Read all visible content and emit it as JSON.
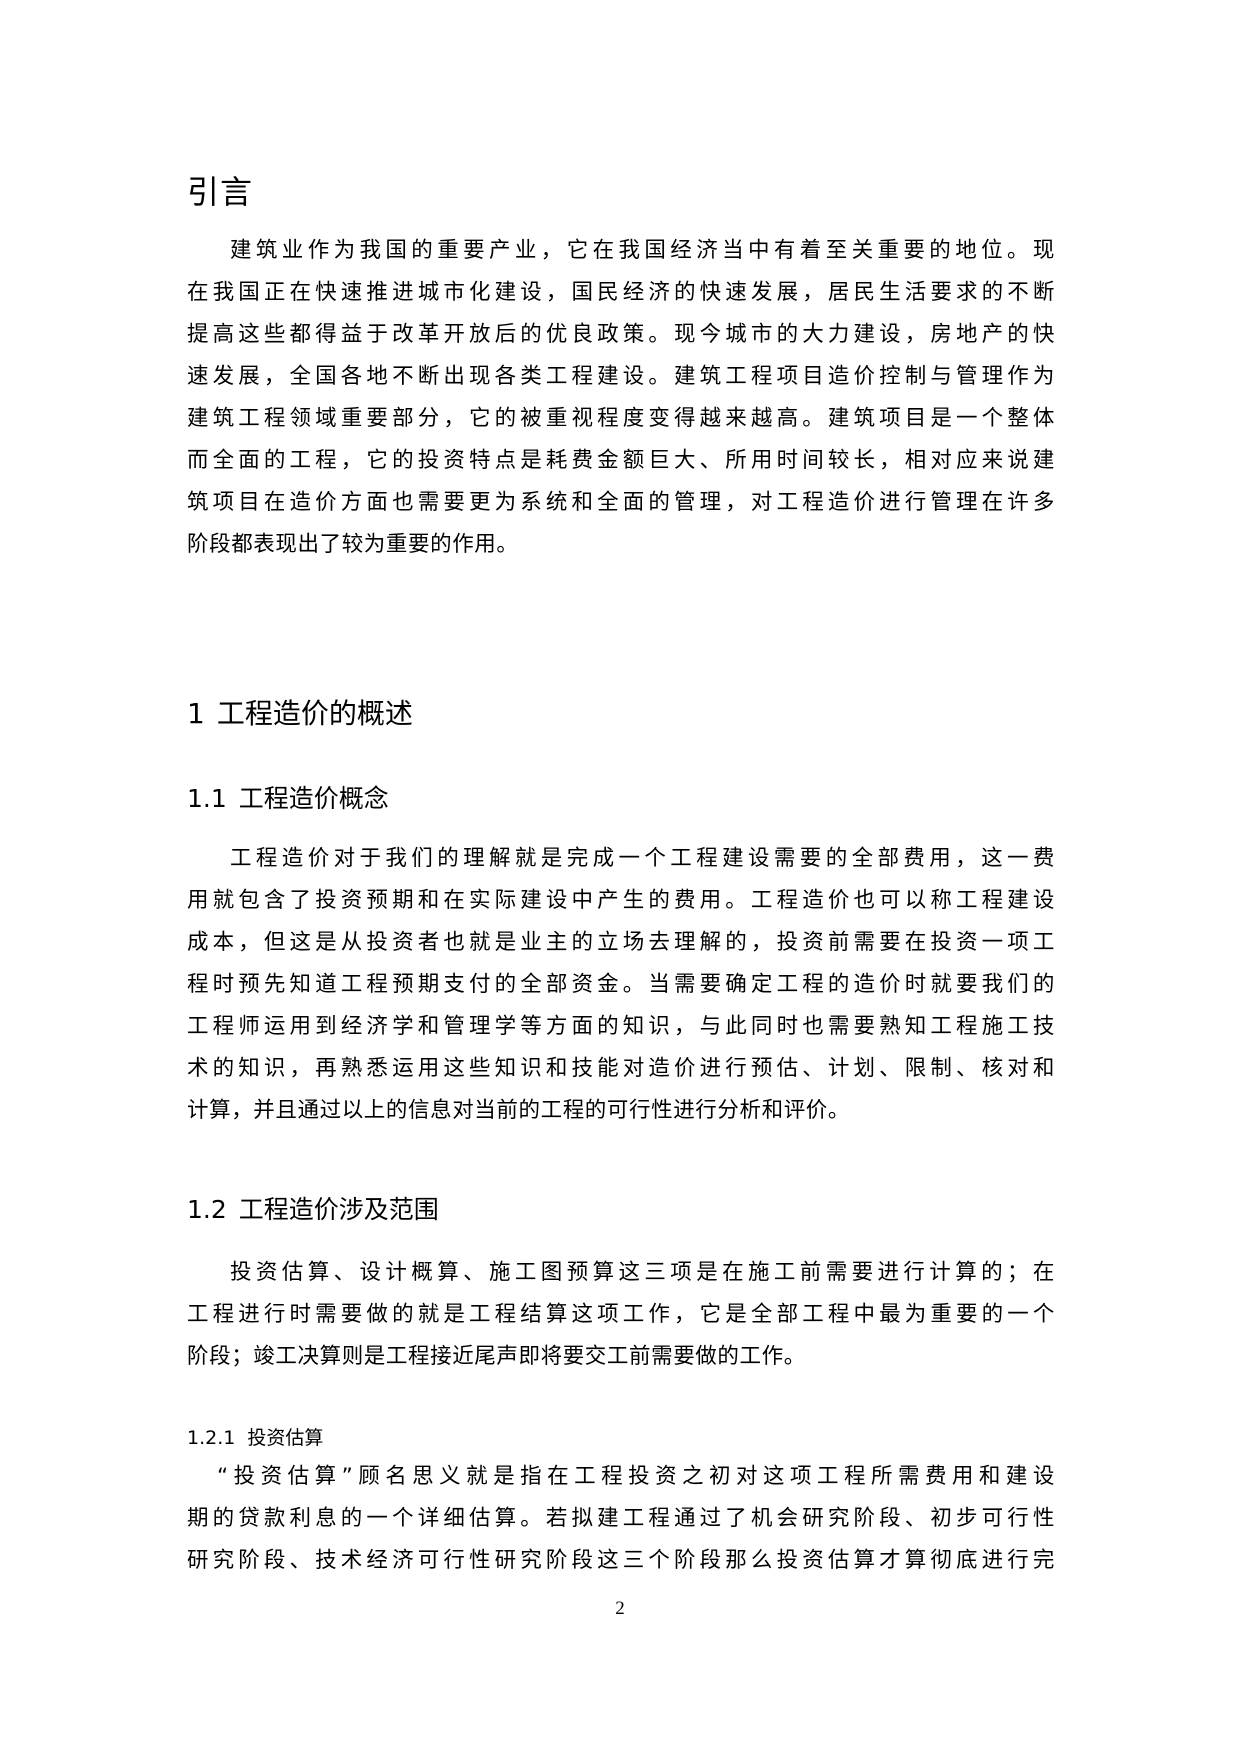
{
  "document": {
    "intro": {
      "title": "引言",
      "paragraph_lines": [
        "建筑业作为我国的重要产业，它在我国经济当中有着至关重要的地位。现",
        "在我国正在快速推进城市化建设，国民经济的快速发展，居民生活要求的不断",
        "提高这些都得益于改革开放后的优良政策。现今城市的大力建设，房地产的快",
        "速发展，全国各地不断出现各类工程建设。建筑工程项目造价控制与管理作为",
        "建筑工程领域重要部分，它的被重视程度变得越来越高。建筑项目是一个整体",
        "而全面的工程，它的投资特点是耗费金额巨大、所用时间较长，相对应来说建",
        "筑项目在造价方面也需要更为系统和全面的管理，对工程造价进行管理在许多",
        "阶段都表现出了较为重要的作用。"
      ]
    },
    "section1": {
      "number": "1",
      "title": "工程造价的概述"
    },
    "section1_1": {
      "number": "1.1",
      "title": "工程造价概念",
      "paragraph_lines": [
        "工程造价对于我们的理解就是完成一个工程建设需要的全部费用，这一费",
        "用就包含了投资预期和在实际建设中产生的费用。工程造价也可以称工程建设",
        "成本，但这是从投资者也就是业主的立场去理解的，投资前需要在投资一项工",
        "程时预先知道工程预期支付的全部资金。当需要确定工程的造价时就要我们的",
        "工程师运用到经济学和管理学等方面的知识，与此同时也需要熟知工程施工技",
        "术的知识，再熟悉运用这些知识和技能对造价进行预估、计划、限制、核对和",
        "计算，并且通过以上的信息对当前的工程的可行性进行分析和评价。"
      ]
    },
    "section1_2": {
      "number": "1.2",
      "title": "工程造价涉及范围",
      "paragraph_lines": [
        "投资估算、设计概算、施工图预算这三项是在施工前需要进行计算的；在",
        "工程进行时需要做的就是工程结算这项工作，它是全部工程中最为重要的一个",
        "阶段；竣工决算则是工程接近尾声即将要交工前需要做的工作。"
      ]
    },
    "section1_2_1": {
      "number": "1.2.1",
      "title": "投资估算",
      "paragraph_lines": [
        "“投资估算”顾名思义就是指在工程投资之初对这项工程所需费用和建设",
        "期的贷款利息的一个详细估算。若拟建工程通过了机会研究阶段、初步可行性",
        "研究阶段、技术经济可行性研究阶段这三个阶段那么投资估算才算彻底进行完"
      ]
    },
    "footer": {
      "page_number": "2"
    }
  }
}
